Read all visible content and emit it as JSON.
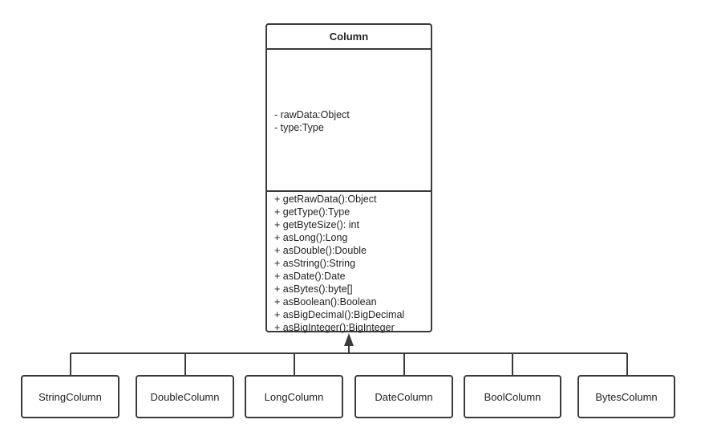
{
  "diagram": {
    "superclass": {
      "name": "Column",
      "attributes": [
        "- rawData:Object",
        "- type:Type"
      ],
      "methods": [
        "+ getRawData():Object",
        "+ getType():Type",
        "+ getByteSize(): int",
        "+ asLong():Long",
        "+ asDouble():Double",
        "+ asString():String",
        "+ asDate():Date",
        "+ asBytes():byte[]",
        "+ asBoolean():Boolean",
        "+ asBigDecimal():BigDecimal",
        "+ asBigInteger():BigInteger"
      ]
    },
    "subclasses": [
      "StringColumn",
      "DoubleColumn",
      "LongColumn",
      "DateColumn",
      "BoolColumn",
      "BytesColumn"
    ],
    "relationship": "inheritance",
    "colors": {
      "stroke": "#3a3a3a",
      "fill": "#ffffff",
      "text": "#222222"
    }
  }
}
